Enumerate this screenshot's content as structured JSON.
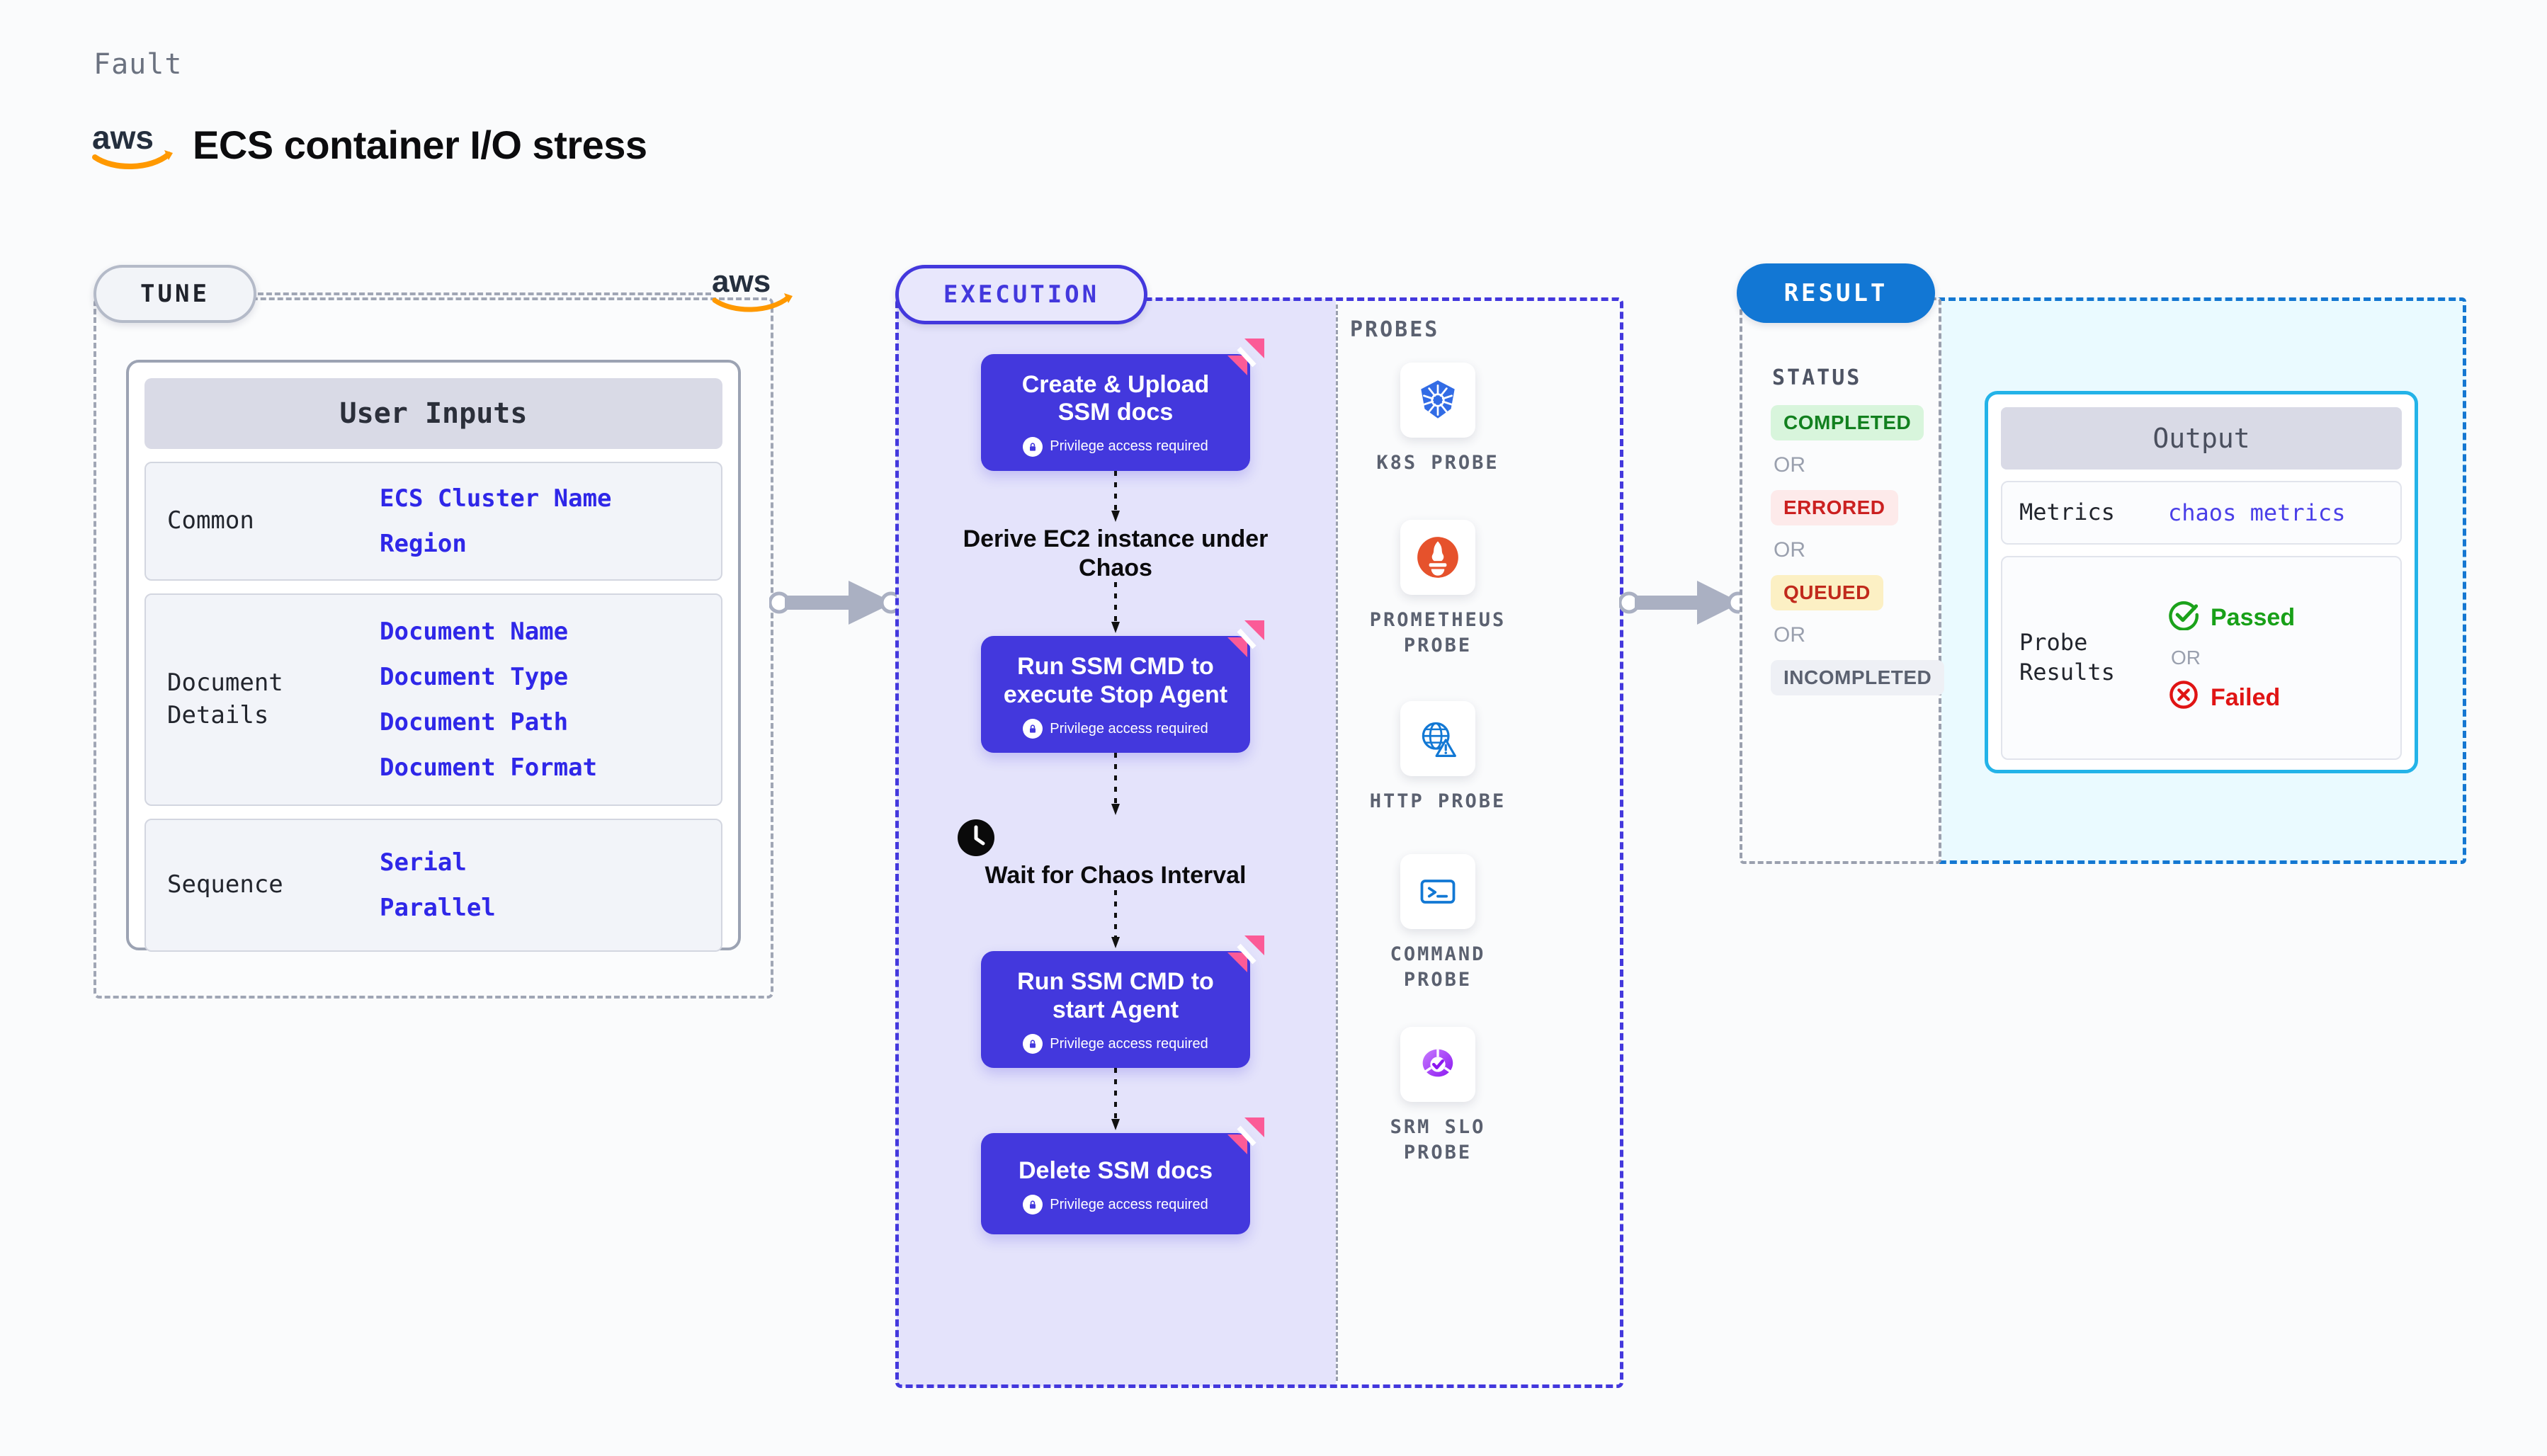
{
  "header": {
    "kicker": "Fault",
    "title": "ECS container I/O stress",
    "logo_icon": "aws-logo-icon"
  },
  "tune": {
    "badge": "TUNE",
    "aws_icon": "aws-logo-icon",
    "inputs_title": "User Inputs",
    "rows": [
      {
        "label": "Common",
        "values": [
          "ECS Cluster Name",
          "Region"
        ]
      },
      {
        "label": "Document\nDetails",
        "values": [
          "Document Name",
          "Document Type",
          "Document Path",
          "Document Format"
        ]
      },
      {
        "label": "Sequence",
        "values": [
          "Serial",
          "Parallel"
        ]
      }
    ]
  },
  "execution": {
    "badge": "EXECUTION",
    "privilege_note": "Privilege access required",
    "steps": [
      {
        "kind": "box",
        "title": "Create & Upload SSM docs",
        "privileged": true,
        "badge_icon": "litmus-corner-icon"
      },
      {
        "kind": "plain",
        "title": "Derive EC2 instance under Chaos",
        "privileged": false,
        "icon": ""
      },
      {
        "kind": "box",
        "title": "Run SSM CMD to execute Stop Agent",
        "privileged": true,
        "badge_icon": "litmus-corner-icon"
      },
      {
        "kind": "plain",
        "title": "Wait for Chaos Interval",
        "privileged": false,
        "icon": "clock-icon"
      },
      {
        "kind": "box",
        "title": "Run SSM CMD to start Agent",
        "privileged": true,
        "badge_icon": "litmus-corner-icon"
      },
      {
        "kind": "box",
        "title": "Delete SSM docs",
        "privileged": true,
        "badge_icon": "litmus-corner-icon"
      }
    ],
    "probes_label": "PROBES",
    "probes": [
      {
        "name": "K8S PROBE",
        "icon": "kubernetes-icon"
      },
      {
        "name": "PROMETHEUS PROBE",
        "icon": "prometheus-icon"
      },
      {
        "name": "HTTP PROBE",
        "icon": "http-globe-icon"
      },
      {
        "name": "COMMAND PROBE",
        "icon": "terminal-icon"
      },
      {
        "name": "SRM SLO PROBE",
        "icon": "srm-slo-icon"
      }
    ]
  },
  "result": {
    "badge": "RESULT",
    "status_label": "STATUS",
    "or_text": "OR",
    "statuses": [
      {
        "text": "COMPLETED",
        "bg": "#d8f5dc",
        "fg": "#12801f"
      },
      {
        "text": "ERRORED",
        "bg": "#fdeaea",
        "fg": "#cb2020"
      },
      {
        "text": "QUEUED",
        "bg": "#fcf0c4",
        "fg": "#c12a1c"
      },
      {
        "text": "INCOMPLETED",
        "bg": "#eef0f5",
        "fg": "#5b6170"
      }
    ],
    "output": {
      "title": "Output",
      "metrics_label": "Metrics",
      "metrics_value": "chaos metrics",
      "probe_label": "Probe\nResults",
      "passed": "Passed",
      "failed": "Failed",
      "or_text": "OR",
      "passed_icon": "check-circle-icon",
      "failed_icon": "x-circle-icon"
    }
  },
  "connectors": [
    {
      "name": "tune-to-execution-arrow"
    },
    {
      "name": "execution-to-result-arrow"
    }
  ],
  "colors": {
    "accent_purple": "#4338dd",
    "accent_blue": "#1277d4",
    "accent_cyan": "#23b3e8",
    "pink_badge": "#fb5b97",
    "link_blue": "#2f27e8"
  }
}
